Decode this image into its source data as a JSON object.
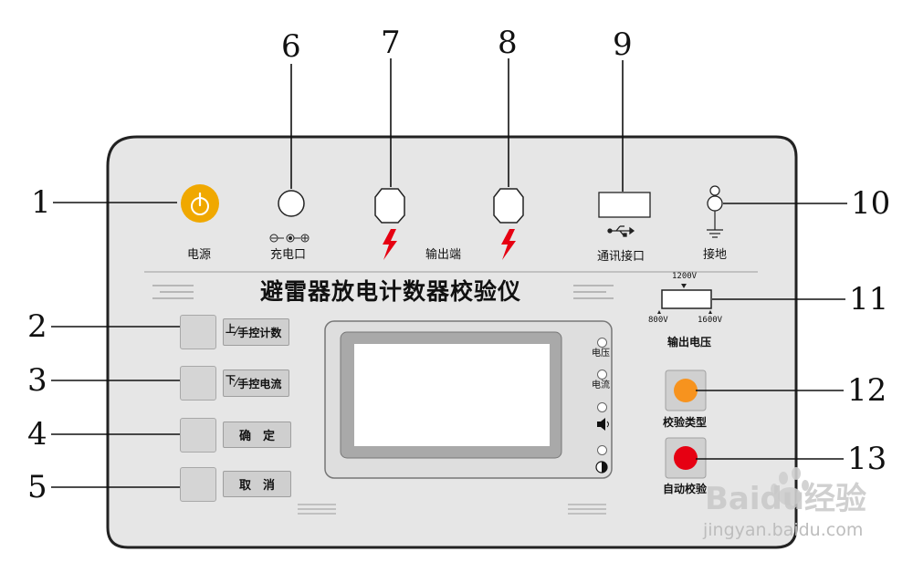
{
  "title": "避雷器放电计数器校验仪",
  "callouts": [
    "1",
    "2",
    "3",
    "4",
    "5",
    "6",
    "7",
    "8",
    "9",
    "10",
    "11",
    "12",
    "13"
  ],
  "top_labels": {
    "power": "电源",
    "charge_port": "充电口",
    "output_terminal": "输出端",
    "comm_port": "通讯接口",
    "ground": "接地"
  },
  "left_buttons": [
    {
      "prefix": "上",
      "label": "手控计数"
    },
    {
      "prefix": "下",
      "label": "手控电流"
    },
    {
      "prefix": "",
      "label": "确　定"
    },
    {
      "prefix": "",
      "label": "取　消"
    }
  ],
  "indicators": [
    "电压",
    "电流"
  ],
  "voltage": {
    "top": "1200V",
    "left": "800V",
    "right": "1600V",
    "label": "输出电压"
  },
  "right_buttons": {
    "check_type": "校验类型",
    "auto_check": "自动校验"
  },
  "colors": {
    "panel": "#e4e4e4",
    "power_button": "#f0a800",
    "orange_button": "#f7931e",
    "red_button": "#e60012",
    "lightning": "#e60012"
  },
  "watermark": {
    "brand": "Baidu经验",
    "url": "jingyan.baidu.com"
  }
}
